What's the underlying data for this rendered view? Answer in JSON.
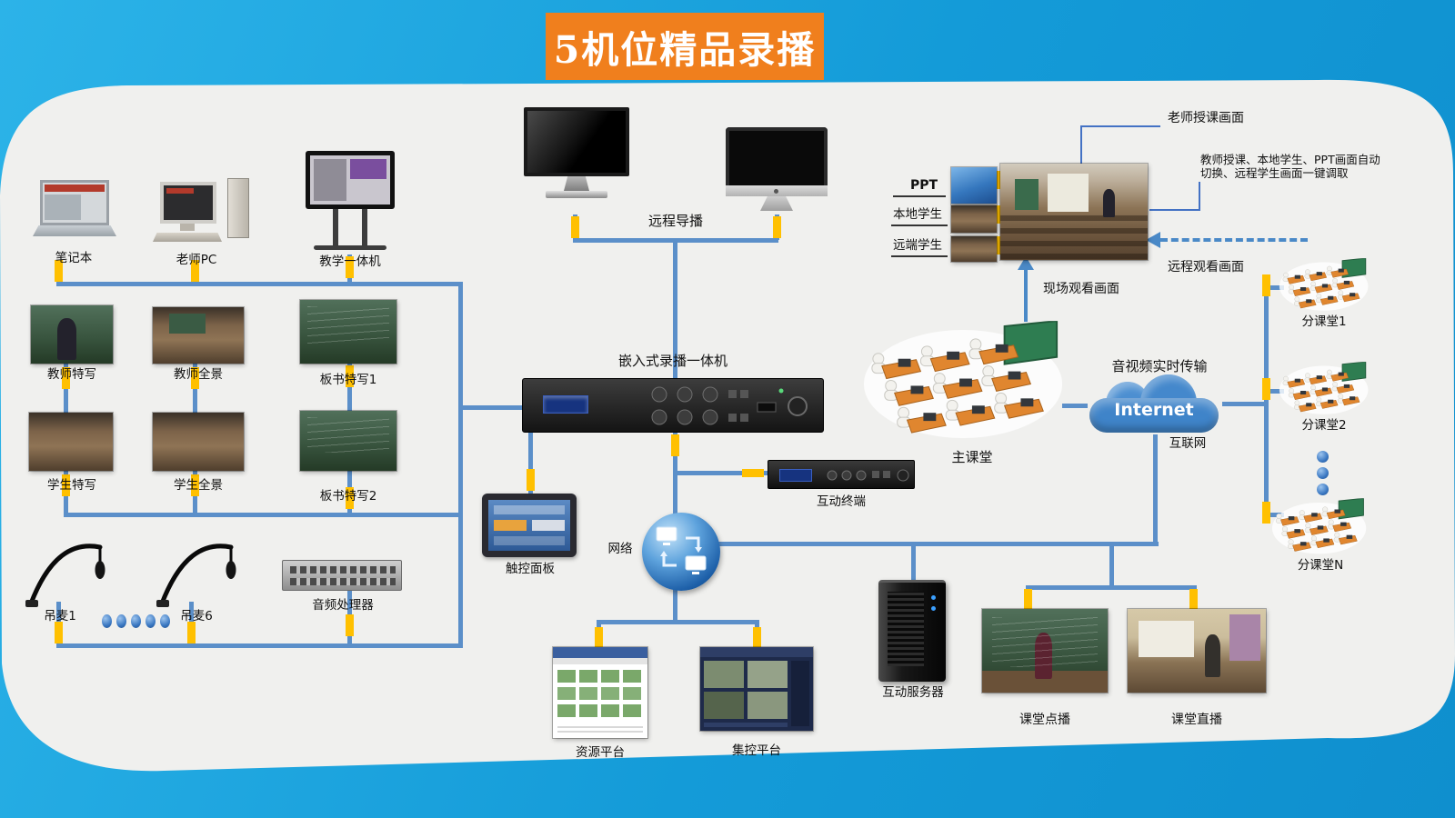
{
  "banner": {
    "title": "5机位精品录播"
  },
  "colors": {
    "background": "#149bd8",
    "panel": "#f0f0ee",
    "banner": "#f07f1d",
    "line": "#5b8fc9",
    "connector": "#ffc000"
  },
  "left": {
    "laptop": "笔记本",
    "teacher_pc": "老师PC",
    "teaching_aio": "教学一体机",
    "teacher_closeup": "教师特写",
    "teacher_wide": "教师全景",
    "board_closeup1": "板书特写1",
    "student_closeup": "学生特写",
    "student_wide": "学生全景",
    "board_closeup2": "板书特写2",
    "mic1": "吊麦1",
    "mic6": "吊麦6",
    "audio_processor": "音频处理器"
  },
  "center": {
    "remote_director": "远程导播",
    "recorder": "嵌入式录播一体机",
    "touch_panel": "触控面板",
    "network": "网络",
    "interactive_terminal": "互动终端",
    "resource_platform": "资源平台",
    "central_control": "集控平台",
    "interactive_server": "互动服务器"
  },
  "right": {
    "ppt": "PPT",
    "local_students": "本地学生",
    "remote_students": "远端学生",
    "teacher_screen": "老师授课画面",
    "note_line1": "教师授课、本地学生、PPT画面自动",
    "note_line2": "切换、远程学生画面一键调取",
    "remote_view": "远程观看画面",
    "live_view": "现场观看画面",
    "main_classroom": "主课堂",
    "av_realtime": "音视频实时传输",
    "internet_label": "Internet",
    "internet_cn": "互联网",
    "sub_classroom1": "分课堂1",
    "sub_classroom2": "分课堂2",
    "sub_classroomN": "分课堂N",
    "vod": "课堂点播",
    "live": "课堂直播"
  }
}
